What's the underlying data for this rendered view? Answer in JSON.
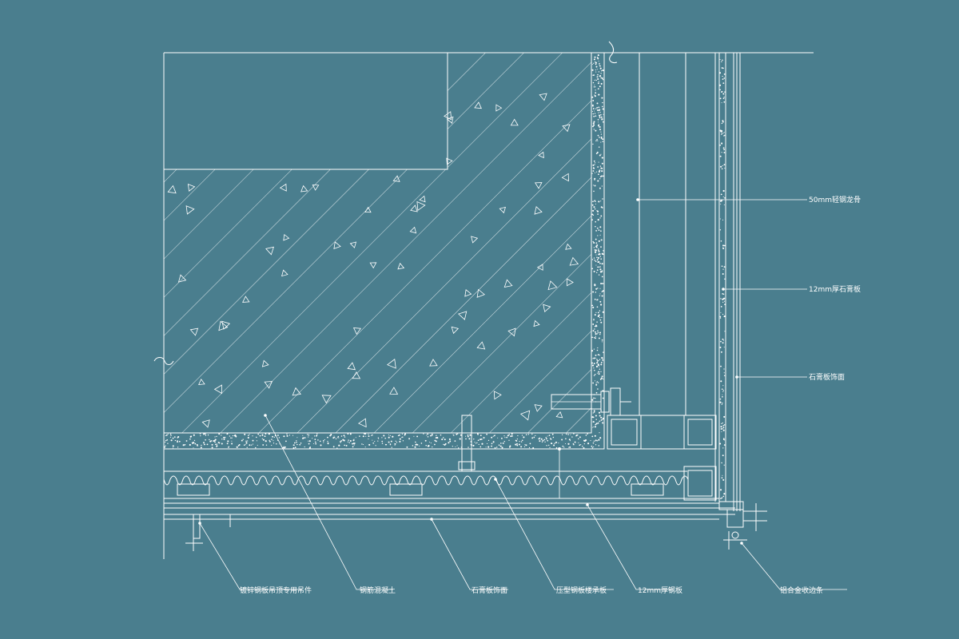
{
  "drawing": {
    "background_color": "#4a7e8e",
    "line_color": "#ffffff"
  },
  "callouts": {
    "right_1": "50mm轻钢龙骨",
    "right_2": "12mm厚石膏板",
    "right_3": "石膏板饰面",
    "bottom_1": "镀锌钢板吊顶专用吊件",
    "bottom_2": "钢筋混凝土",
    "bottom_3": "石膏板饰面",
    "bottom_4": "压型钢板楼承板",
    "bottom_5": "12mm厚钢板",
    "bottom_6": "铝合金收边条"
  }
}
